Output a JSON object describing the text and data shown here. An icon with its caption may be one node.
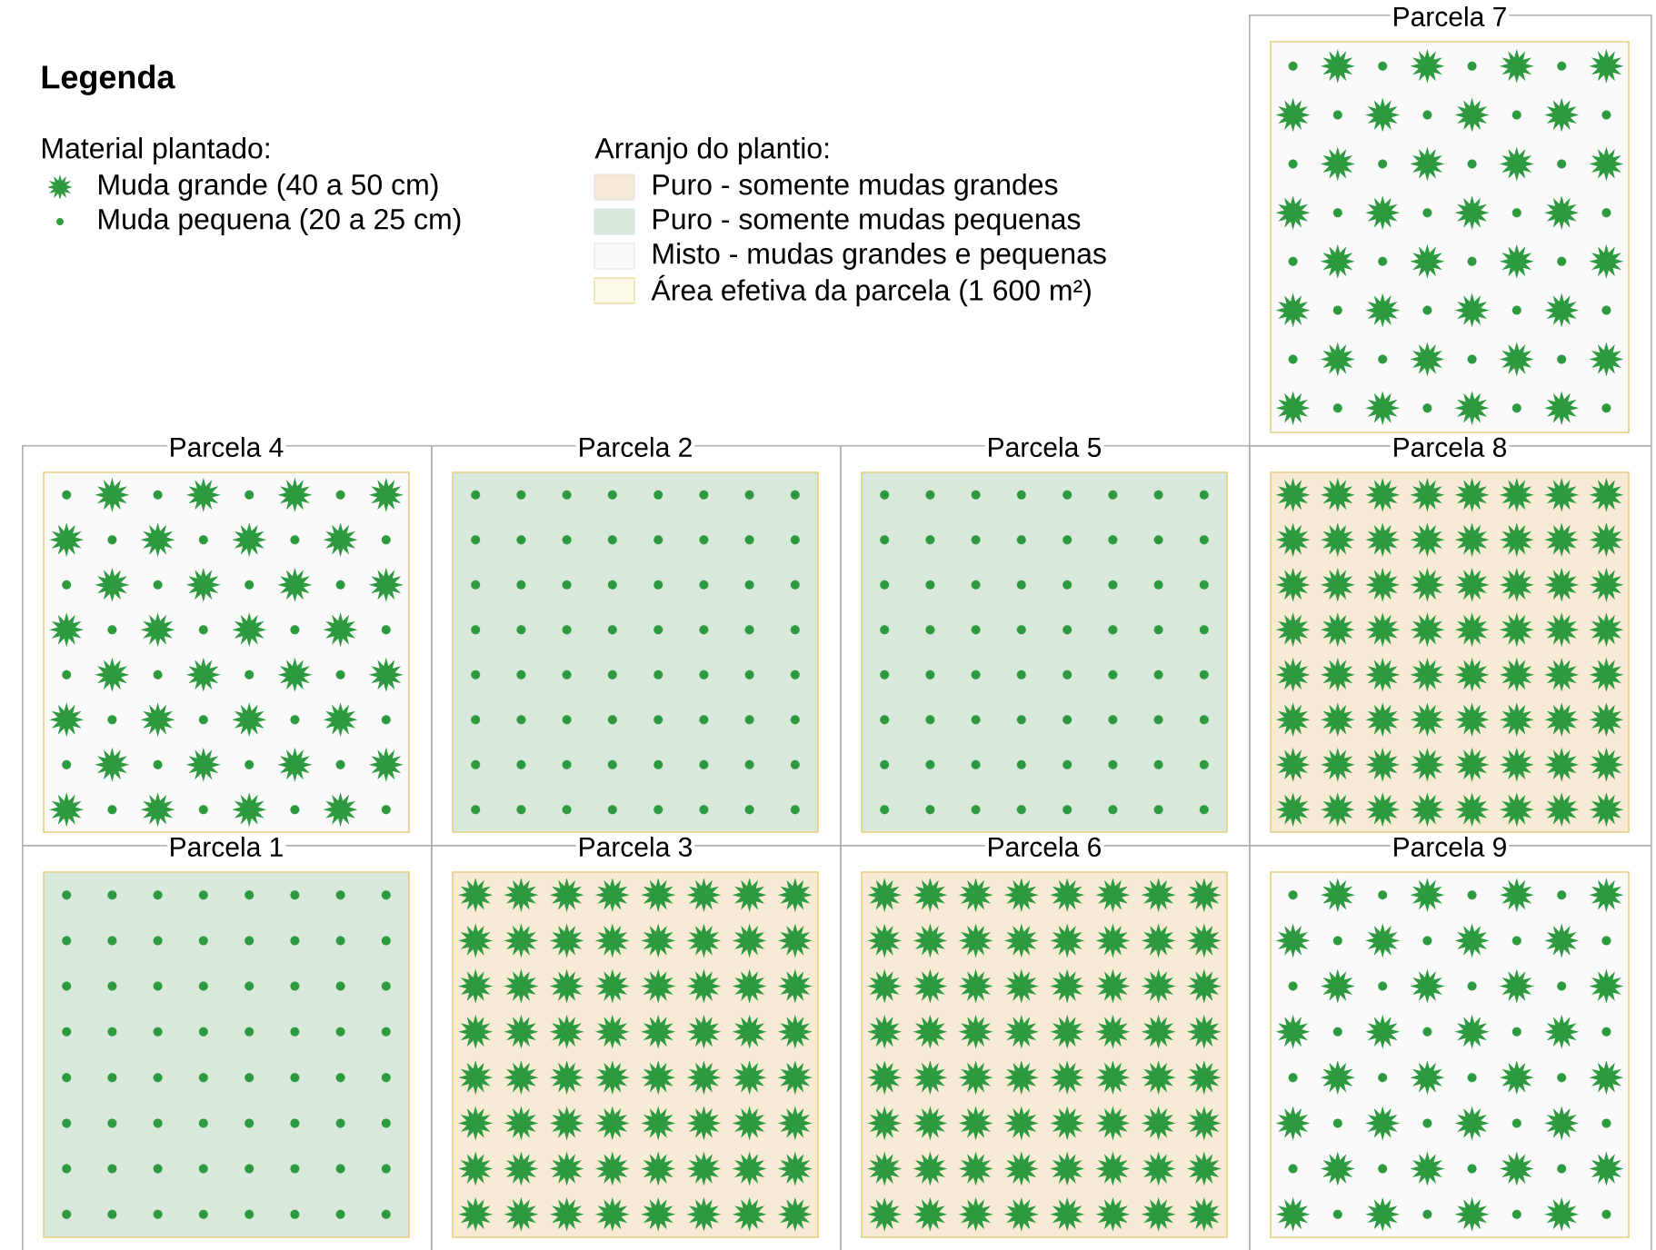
{
  "diagram": {
    "nodes": [
      {
        "text": [
          "Parcela 7"
        ]
      },
      {
        "text": [
          "Parcela 4"
        ]
      },
      {
        "text": [
          "Parcela 2"
        ]
      },
      {
        "text": [
          "Parcela 5"
        ]
      },
      {
        "text": [
          "Parcela 8"
        ]
      },
      {
        "text": [
          "Parcela 1"
        ]
      },
      {
        "text": [
          "Parcela 3"
        ]
      },
      {
        "text": [
          "Parcela 6"
        ]
      },
      {
        "text": [
          "Parcela 9"
        ]
      }
    ],
    "labels": [
      "Legenda",
      "Material plantado:",
      "Arranjo do plantio:"
    ],
    "legend": [
      {
        "text": "Muda grande    (40 a 50 cm)"
      },
      {
        "text": "Muda pequena (20 a 25 cm)"
      },
      {
        "text": "Puro - somente mudas grandes",
        "color": "#f8ebd5"
      },
      {
        "text": "Puro - somente mudas pequenas",
        "color": "#d8e8da"
      },
      {
        "text": "Misto - mudas grandes e pequenas",
        "color": "#fafafa"
      },
      {
        "text": "Área efetiva da parcela (1 600 m²)",
        "color": "#fffbea"
      }
    ]
  }
}
